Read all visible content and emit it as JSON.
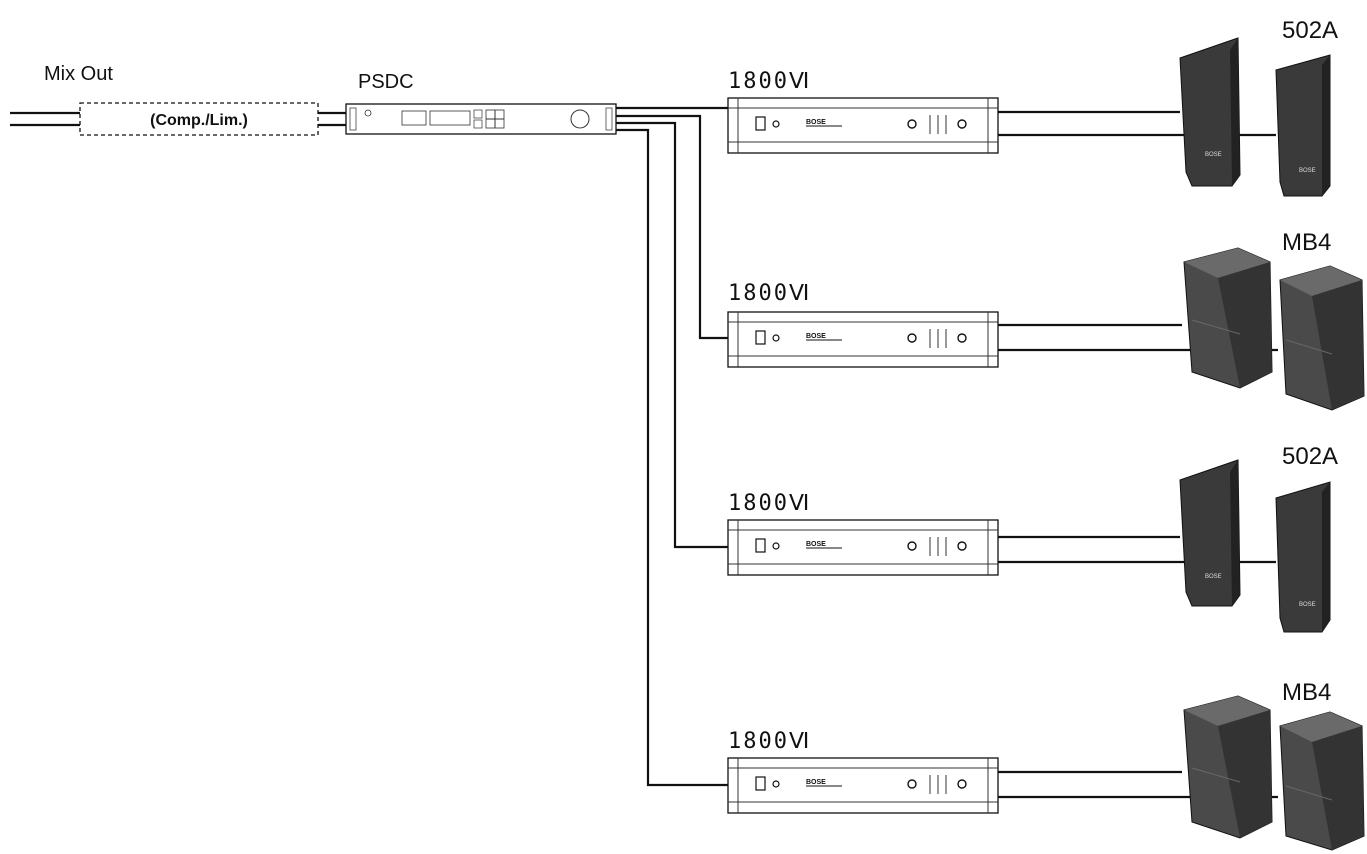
{
  "labels": {
    "input": "Mix Out",
    "comp": "(Comp./Lim.)",
    "processor": "PSDC"
  },
  "amps": [
    {
      "label": "1800Ⅵ"
    },
    {
      "label": "1800Ⅵ"
    },
    {
      "label": "1800Ⅵ"
    },
    {
      "label": "1800Ⅵ"
    }
  ],
  "speakers": [
    {
      "model": "502A",
      "kind": "column"
    },
    {
      "model": "MB4",
      "kind": "cube"
    },
    {
      "model": "502A",
      "kind": "column"
    },
    {
      "model": "MB4",
      "kind": "cube"
    }
  ],
  "colors": {
    "line": "#111111",
    "speaker_fill": "#3a3a3a",
    "speaker_face": "#5a5a5a"
  }
}
